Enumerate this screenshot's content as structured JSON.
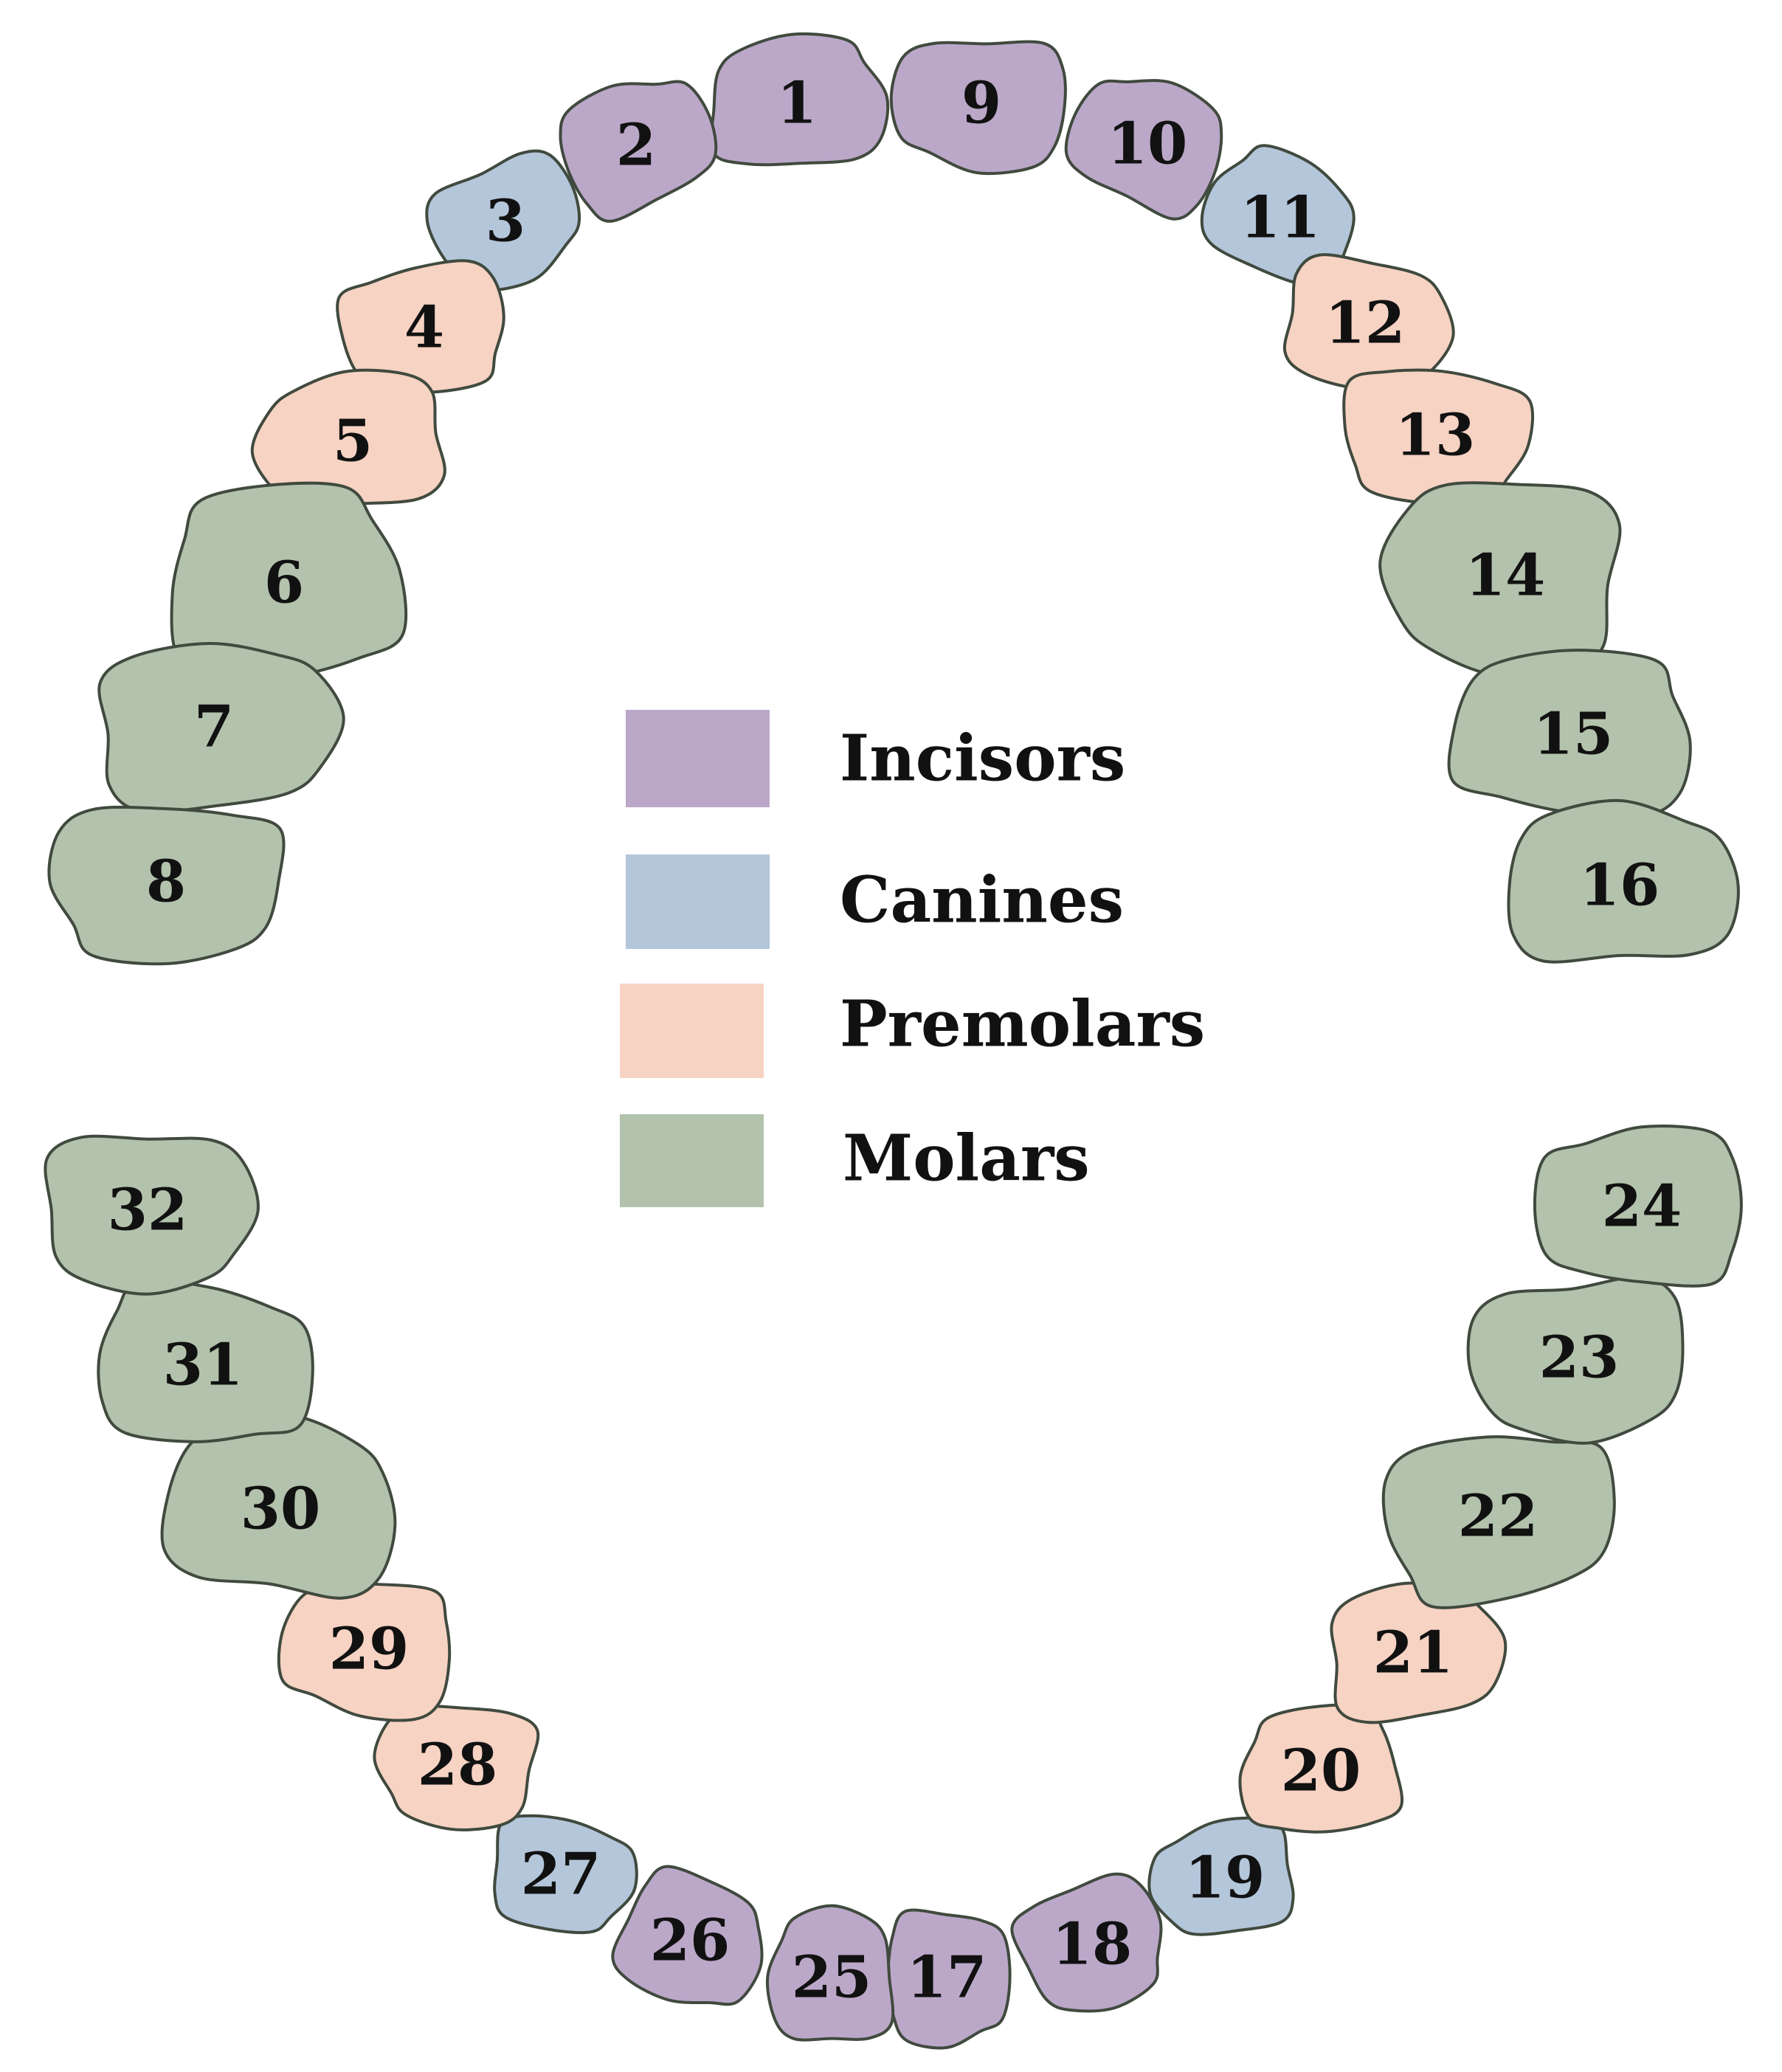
{
  "colors": {
    "incisor": "#bba8c9",
    "canine": "#b4c6da",
    "premolar": "#f7d3c4",
    "molar": "#b3c2ac",
    "outline": "#404a3e"
  },
  "legend": [
    {
      "type": "incisor",
      "label": "Incisors"
    },
    {
      "type": "canine",
      "label": "Canines"
    },
    {
      "type": "premolar",
      "label": "Premolars"
    },
    {
      "type": "molar",
      "label": "Molars"
    }
  ],
  "teeth": [
    {
      "number": "1",
      "type": "incisor"
    },
    {
      "number": "2",
      "type": "incisor"
    },
    {
      "number": "3",
      "type": "canine"
    },
    {
      "number": "4",
      "type": "premolar"
    },
    {
      "number": "5",
      "type": "premolar"
    },
    {
      "number": "6",
      "type": "molar"
    },
    {
      "number": "7",
      "type": "molar"
    },
    {
      "number": "8",
      "type": "molar"
    },
    {
      "number": "9",
      "type": "incisor"
    },
    {
      "number": "10",
      "type": "incisor"
    },
    {
      "number": "11",
      "type": "canine"
    },
    {
      "number": "12",
      "type": "premolar"
    },
    {
      "number": "13",
      "type": "premolar"
    },
    {
      "number": "14",
      "type": "molar"
    },
    {
      "number": "15",
      "type": "molar"
    },
    {
      "number": "16",
      "type": "molar"
    },
    {
      "number": "17",
      "type": "incisor"
    },
    {
      "number": "18",
      "type": "incisor"
    },
    {
      "number": "19",
      "type": "canine"
    },
    {
      "number": "20",
      "type": "premolar"
    },
    {
      "number": "21",
      "type": "premolar"
    },
    {
      "number": "22",
      "type": "molar"
    },
    {
      "number": "23",
      "type": "molar"
    },
    {
      "number": "24",
      "type": "molar"
    },
    {
      "number": "25",
      "type": "incisor"
    },
    {
      "number": "26",
      "type": "incisor"
    },
    {
      "number": "27",
      "type": "canine"
    },
    {
      "number": "28",
      "type": "premolar"
    },
    {
      "number": "29",
      "type": "premolar"
    },
    {
      "number": "30",
      "type": "molar"
    },
    {
      "number": "31",
      "type": "molar"
    },
    {
      "number": "32",
      "type": "molar"
    }
  ]
}
